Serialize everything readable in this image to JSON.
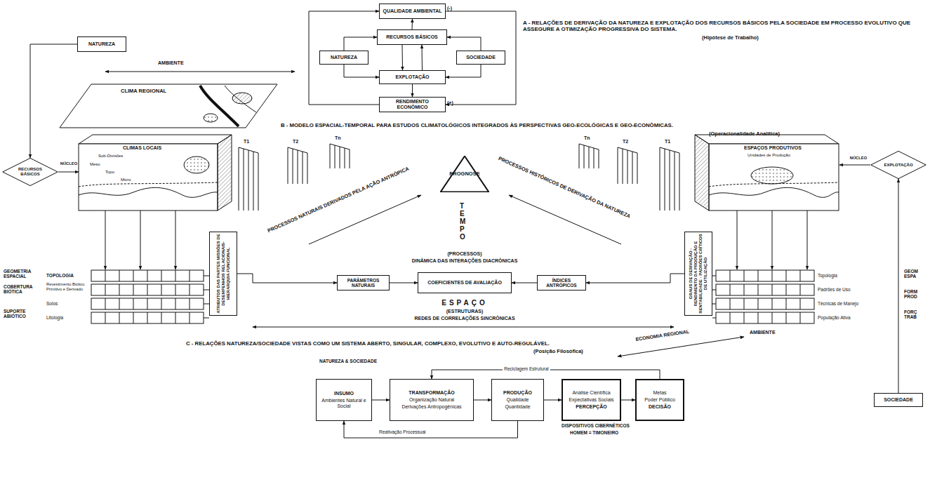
{
  "diagram": {
    "nodes": [
      {
        "text": [
          "QUALIDADE AMBIENTAL"
        ]
      },
      {
        "text": [
          "RECURSOS BÁSICOS"
        ]
      },
      {
        "text": [
          "NATUREZA"
        ]
      },
      {
        "text": [
          "SOCIEDADE"
        ]
      },
      {
        "text": [
          "EXPLOTAÇÃO"
        ]
      },
      {
        "text": [
          "RENDIMENTO ECONÔMICO"
        ]
      },
      {
        "text": [
          "NATUREZA"
        ]
      },
      {
        "text": [
          "RECURSOS BÁSICOS"
        ]
      },
      {
        "text": [
          "ATRIBUTOS DAS PARTES MISSÕES DE DESEMPENHOS RELACIONAIS-HIERARQUIA FUNCIONAL"
        ]
      },
      {
        "text": [
          "PROGNOSE"
        ]
      },
      {
        "text": [
          "PARÂMETROS NATURAIS"
        ]
      },
      {
        "text": [
          "COEFICIENTES DE AVALIAÇÃO"
        ]
      },
      {
        "text": [
          "ÍNDICES ANTRÓPICOS"
        ]
      },
      {
        "text": [
          "GRAUS DE DERIVAÇÃO - RENDIMENTO DA PRODUÇÃO E RENTABILIDADE - PADRÕES CRÍTICOS DE UTILIZAÇÃO"
        ]
      },
      {
        "text": [
          "EXPLOTAÇÃO"
        ]
      },
      {
        "text": [
          "SOCIEDADE"
        ]
      },
      {
        "text": [
          "INSUMO",
          "Ambientes Natural e Social"
        ]
      },
      {
        "text": [
          "TRANSFORMAÇÃO",
          "Organização Natural",
          "Derivações Antropogênicas"
        ]
      },
      {
        "text": [
          "PRODUÇÃO",
          "Qualidade",
          "Quantidade"
        ]
      },
      {
        "text": [
          "Análise Científica",
          "Expectativas Sociais",
          "PERCEPÇÃO"
        ]
      },
      {
        "text": [
          "Metas",
          "Poder Público",
          "DECISÃO"
        ]
      }
    ],
    "edges": [
      {
        "from": 2,
        "to": 1,
        "arrow": "to"
      },
      {
        "from": 2,
        "to": 4,
        "arrow": "to"
      },
      {
        "from": 3,
        "to": 1,
        "arrow": "to"
      },
      {
        "from": 3,
        "to": 4,
        "arrow": "to"
      },
      {
        "from": 1,
        "to": 0,
        "arrow": "to"
      },
      {
        "from": 1,
        "to": 4,
        "arrow": "to"
      },
      {
        "from": 4,
        "to": 1,
        "arrow": "to"
      },
      {
        "from": 4,
        "to": 5,
        "arrow": "to"
      },
      {
        "from": 5,
        "to": 0,
        "arrow": "to"
      },
      {
        "from": 0,
        "to": 5,
        "arrow": "to"
      },
      {
        "from": 6,
        "to": 7,
        "arrow": "to"
      },
      {
        "from": 15,
        "to": 14,
        "arrow": "to"
      },
      {
        "from": 8,
        "to": 10,
        "arrow": "to"
      },
      {
        "from": 13,
        "to": 12,
        "arrow": "to"
      },
      {
        "from": 10,
        "to": 11,
        "arrow": "to"
      },
      {
        "from": 12,
        "to": 11,
        "arrow": "to"
      },
      {
        "from": 16,
        "to": 17,
        "arrow": "to"
      },
      {
        "from": 17,
        "to": 18,
        "arrow": "to"
      },
      {
        "from": 18,
        "to": 19,
        "arrow": "to"
      },
      {
        "from": 19,
        "to": 20,
        "arrow": "to"
      },
      {
        "from": 20,
        "to": 17,
        "arrow": "to"
      },
      {
        "from": 18,
        "to": 16,
        "arrow": "to"
      }
    ],
    "labels": [
      "(-)",
      "(+)",
      "A - RELAÇÕES DE DERIVAÇÃO DA NATUREZA E EXPLOTAÇÃO DOS RECURSOS BÁSICOS PELA SOCIEDADE EM PROCESSO EVOLUTIVO QUE ASSEGURE A OTIMIZAÇÃO PROGRESSIVA DO SISTEMA.",
      "(Hipótese de Trabalho)",
      "B - MODELO ESPACIAL-TEMPORAL PARA ESTUDOS CLIMATOLÓGICOS INTEGRADOS ÀS PERSPECTIVAS GEO-ECOLÓGICAS E GEO-ECONÔMICAS.",
      "(Operacionalidade Analítica)",
      "AMBIENTE",
      "CLIMA REGIONAL",
      "CLIMAS LOCAIS",
      "Sub-Divisões",
      "Meso",
      "Topo",
      "Micro",
      "NÚCLEO",
      "T1",
      "T2",
      "Tn",
      "Tn",
      "T2",
      "T1",
      "PROCESSOS NATURAIS DERIVADOS PELA AÇÃO ANTRÓPICA",
      "PROCESSOS HISTÓRICOS DE DERIVAÇÃO DA NATUREZA",
      "TEMPO",
      "(PROCESSOS)",
      "DINÂMICA DAS INTERAÇÕES DIACRÔNICAS",
      "ESPAÇO",
      "(ESTRUTURAS)",
      "REDES DE CORRELAÇÕES SINCRÔNICAS",
      "GEOMETRIA ESPACIAL",
      "TOPOLOGIA",
      "COBERTURA BIÓTICA",
      "Revestimento Biótico Primitivo e Derivado",
      "Solos",
      "SUPORTE ABIÓTICO",
      "Litologia",
      "ESPAÇOS PRODUTIVOS",
      "Unidades de Produção",
      "NÚCLEO",
      "Topologia",
      "Padrões de Uso",
      "Técnicas de Manejo",
      "População Ativa",
      "GEOM ESPA",
      "FORM PROD",
      "FORÇ TRAB",
      "ECONOMIA REGIONAL",
      "AMBIENTE",
      "C - RELAÇÕES NATUREZA/SOCIEDADE VISTAS COMO UM SISTEMA ABERTO, SINGULAR, COMPLEXO, EVOLUTIVO E AUTO-REGULÁVEL.",
      "(Posição Filosófica)",
      "NATUREZA & SOCIEDADE",
      "Reciclagem Estrutural",
      "Reativação Processual",
      "DISPOSITIVOS CIBERNÉTICOS",
      "HOMEM = TIMONEIRO"
    ]
  }
}
